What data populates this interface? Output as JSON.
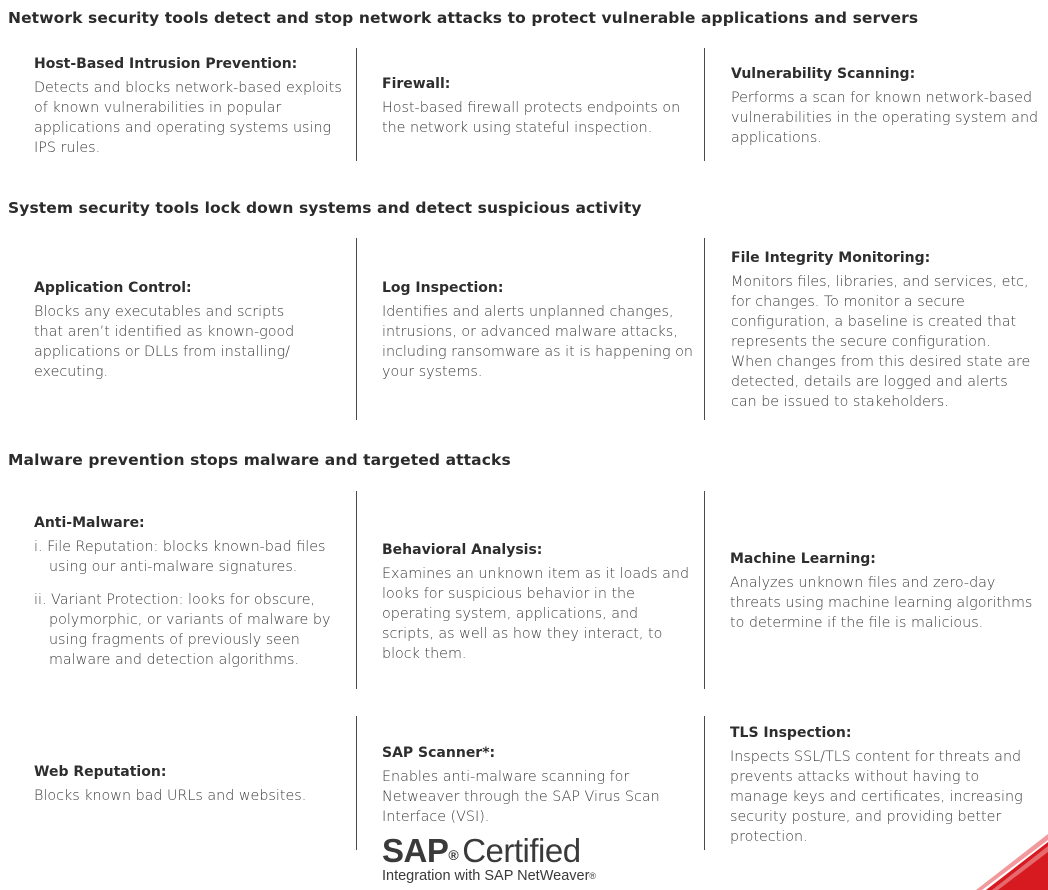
{
  "sections": [
    {
      "heading": "Network security tools detect and stop network attacks to protect vulnerable applications and servers",
      "cells": [
        {
          "title": "Host-Based Intrusion Prevention:",
          "body": "Detects and blocks network-based exploits of known vulnerabilities in popular applications and operating systems using IPS rules."
        },
        {
          "title": "Firewall:",
          "body": "Host-based firewall protects endpoints on the network using stateful inspection."
        },
        {
          "title": "Vulnerability Scanning:",
          "body": "Performs a scan for known network-based vulnerabilities in the operating system and applications."
        }
      ]
    },
    {
      "heading": "System security tools lock down systems and detect suspicious activity",
      "cells": [
        {
          "title": "Application Control:",
          "body": "Blocks any executables and scripts that aren’t identified as known-good applications or DLLs from installing/ executing."
        },
        {
          "title": "Log Inspection:",
          "body": "Identifies and alerts unplanned changes, intrusions, or advanced malware attacks, including ransomware as it is happening on your systems."
        },
        {
          "title": "File Integrity Monitoring:",
          "body": "Monitors files, libraries, and services, etc, for changes. To monitor a secure configuration, a baseline is created that represents the secure configuration. When changes from this desired state are detected, details are logged and alerts can be issued to stakeholders."
        }
      ]
    },
    {
      "heading": "Malware prevention stops malware and targeted attacks",
      "cells": [
        {
          "title": "Anti-Malware:",
          "items": [
            {
              "num": "i.",
              "text": "File Reputation: blocks known-bad files using our anti-malware signatures."
            },
            {
              "num": "ii.",
              "text": "Variant Protection: looks for obscure, polymorphic, or variants of malware by using fragments of previously seen malware and detection algorithms."
            }
          ]
        },
        {
          "title": "Behavioral Analysis:",
          "body": "Examines an unknown item as it loads and looks for suspicious behavior in the operating system, applications, and scripts, as well as how they interact, to block them."
        },
        {
          "title": "Machine Learning:",
          "body": "Analyzes unknown files and zero-day threats using machine learning algorithms to determine if the file is malicious."
        },
        {
          "title": "Web Reputation:",
          "body": "Blocks known bad URLs and websites."
        },
        {
          "title": "SAP Scanner*:",
          "body": "Enables anti-malware scanning for Netweaver through the SAP Virus Scan Interface (VSI)."
        },
        {
          "title": "TLS Inspection:",
          "body": "Inspects SSL/TLS content for threats and prevents attacks without having to manage keys and certificates, increasing security posture, and providing better protection."
        }
      ]
    }
  ],
  "sap_logo": {
    "brand": "SAP",
    "reg_mark": "®",
    "certified": "Certified",
    "integration": "Integration with SAP NetWeaver",
    "integration_reg": "®"
  },
  "colors": {
    "text": "#3c3c3c",
    "heading": "#2b2b2b",
    "divider": "#4a4a4a",
    "corner_accent": "#d71920"
  }
}
